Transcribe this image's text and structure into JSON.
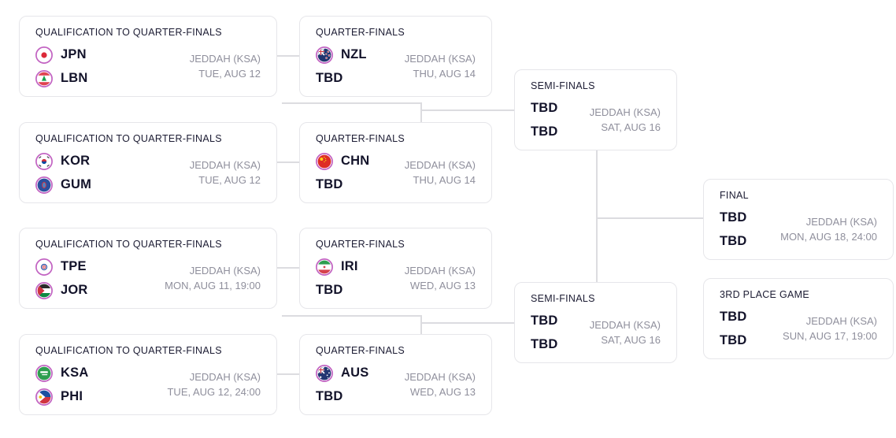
{
  "colors": {
    "card_border": "#e6e6ea",
    "connector_line": "#dcdce0",
    "round_title_text": "#1c1c33",
    "team_code_text": "#13132a",
    "muted_text": "#8f8f9c",
    "flag_ring": "#c263c2"
  },
  "matches": [
    {
      "round": "QUALIFICATION TO QUARTER-FINALS",
      "teams": [
        {
          "code": "JPN",
          "flag_icon": "flag-jpn"
        },
        {
          "code": "LBN",
          "flag_icon": "flag-lbn"
        }
      ],
      "venue": "JEDDAH (KSA)",
      "datetime": "TUE, AUG 12"
    },
    {
      "round": "QUALIFICATION TO QUARTER-FINALS",
      "teams": [
        {
          "code": "KOR",
          "flag_icon": "flag-kor"
        },
        {
          "code": "GUM",
          "flag_icon": "flag-gum"
        }
      ],
      "venue": "JEDDAH (KSA)",
      "datetime": "TUE, AUG 12"
    },
    {
      "round": "QUALIFICATION TO QUARTER-FINALS",
      "teams": [
        {
          "code": "TPE",
          "flag_icon": "flag-tpe"
        },
        {
          "code": "JOR",
          "flag_icon": "flag-jor"
        }
      ],
      "venue": "JEDDAH (KSA)",
      "datetime": "MON, AUG 11, 19:00"
    },
    {
      "round": "QUALIFICATION TO QUARTER-FINALS",
      "teams": [
        {
          "code": "KSA",
          "flag_icon": "flag-ksa"
        },
        {
          "code": "PHI",
          "flag_icon": "flag-phi"
        }
      ],
      "venue": "JEDDAH (KSA)",
      "datetime": "TUE, AUG 12, 24:00"
    },
    {
      "round": "QUARTER-FINALS",
      "teams": [
        {
          "code": "NZL",
          "flag_icon": "flag-nzl"
        },
        {
          "code": "TBD",
          "flag_icon": null
        }
      ],
      "venue": "JEDDAH (KSA)",
      "datetime": "THU, AUG 14"
    },
    {
      "round": "QUARTER-FINALS",
      "teams": [
        {
          "code": "CHN",
          "flag_icon": "flag-chn"
        },
        {
          "code": "TBD",
          "flag_icon": null
        }
      ],
      "venue": "JEDDAH (KSA)",
      "datetime": "THU, AUG 14"
    },
    {
      "round": "QUARTER-FINALS",
      "teams": [
        {
          "code": "IRI",
          "flag_icon": "flag-iri"
        },
        {
          "code": "TBD",
          "flag_icon": null
        }
      ],
      "venue": "JEDDAH (KSA)",
      "datetime": "WED, AUG 13"
    },
    {
      "round": "QUARTER-FINALS",
      "teams": [
        {
          "code": "AUS",
          "flag_icon": "flag-aus"
        },
        {
          "code": "TBD",
          "flag_icon": null
        }
      ],
      "venue": "JEDDAH (KSA)",
      "datetime": "WED, AUG 13"
    },
    {
      "round": "SEMI-FINALS",
      "teams": [
        {
          "code": "TBD",
          "flag_icon": null
        },
        {
          "code": "TBD",
          "flag_icon": null
        }
      ],
      "venue": "JEDDAH (KSA)",
      "datetime": "SAT, AUG 16"
    },
    {
      "round": "SEMI-FINALS",
      "teams": [
        {
          "code": "TBD",
          "flag_icon": null
        },
        {
          "code": "TBD",
          "flag_icon": null
        }
      ],
      "venue": "JEDDAH (KSA)",
      "datetime": "SAT, AUG 16"
    },
    {
      "round": "FINAL",
      "teams": [
        {
          "code": "TBD",
          "flag_icon": null
        },
        {
          "code": "TBD",
          "flag_icon": null
        }
      ],
      "venue": "JEDDAH (KSA)",
      "datetime": "MON, AUG 18, 24:00"
    },
    {
      "round": "3RD PLACE GAME",
      "teams": [
        {
          "code": "TBD",
          "flag_icon": null
        },
        {
          "code": "TBD",
          "flag_icon": null
        }
      ],
      "venue": "JEDDAH (KSA)",
      "datetime": "SUN, AUG 17, 19:00"
    }
  ]
}
